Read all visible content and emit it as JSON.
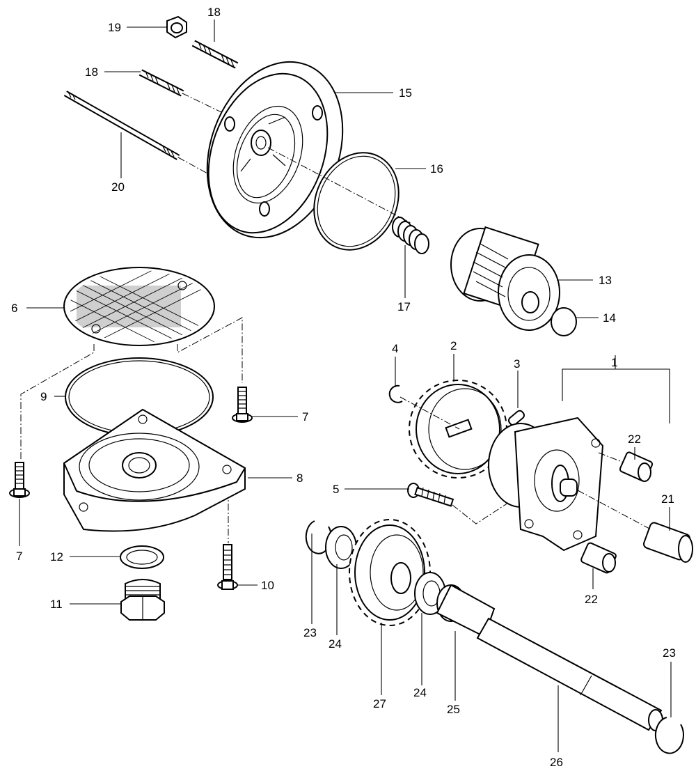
{
  "diagram": {
    "labels": {
      "p1": "1",
      "p2": "2",
      "p3": "3",
      "p4": "4",
      "p5": "5",
      "p6": "6",
      "p7a": "7",
      "p7b": "7",
      "p8": "8",
      "p9": "9",
      "p10": "10",
      "p11": "11",
      "p12": "12",
      "p13": "13",
      "p14": "14",
      "p15": "15",
      "p16": "16",
      "p17": "17",
      "p18a": "18",
      "p18b": "18",
      "p19": "19",
      "p20": "20",
      "p21": "21",
      "p22a": "22",
      "p22b": "22",
      "p23a": "23",
      "p23b": "23",
      "p24a": "24",
      "p24b": "24",
      "p25": "25",
      "p26": "26",
      "p27": "27"
    }
  }
}
